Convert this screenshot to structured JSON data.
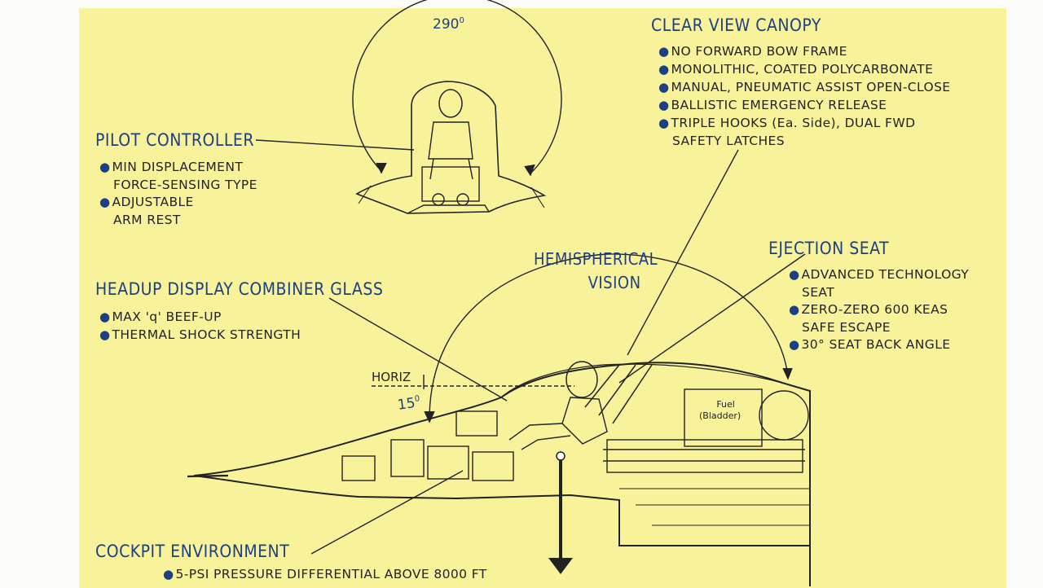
{
  "angle_top": {
    "value": "290",
    "unit": "0"
  },
  "pilot_controller": {
    "title": "PILOT CONTROLLER",
    "bullets": [
      [
        "MIN DISPLACEMENT",
        "FORCE-SENSING TYPE"
      ],
      [
        "ADJUSTABLE",
        "ARM REST"
      ]
    ]
  },
  "canopy": {
    "title": "CLEAR VIEW CANOPY",
    "bullets": [
      [
        "NO FORWARD BOW FRAME"
      ],
      [
        "MONOLITHIC, COATED POLYCARBONATE"
      ],
      [
        "MANUAL, PNEUMATIC ASSIST OPEN-CLOSE"
      ],
      [
        "BALLISTIC EMERGENCY RELEASE"
      ],
      [
        "TRIPLE HOOKS (Ea. Side), DUAL FWD",
        "SAFETY LATCHES"
      ]
    ]
  },
  "hemispherical": {
    "line1": "HEMISPHERICAL",
    "line2": "VISION"
  },
  "ejection_seat": {
    "title": "EJECTION SEAT",
    "bullets": [
      [
        "ADVANCED TECHNOLOGY",
        "SEAT"
      ],
      [
        "ZERO-ZERO 600 KEAS",
        "SAFE ESCAPE"
      ],
      [
        "30° SEAT BACK ANGLE"
      ]
    ]
  },
  "hud": {
    "title": "HEADUP DISPLAY COMBINER GLASS",
    "bullets": [
      [
        "MAX 'q' BEEF-UP"
      ],
      [
        "THERMAL SHOCK STRENGTH"
      ]
    ]
  },
  "horiz_label": "HORIZ",
  "angle_down": {
    "value": "15",
    "unit": "0"
  },
  "fuel_label": {
    "line1": "Fuel",
    "line2": "(Bladder)"
  },
  "cockpit_env": {
    "title": "COCKPIT ENVIRONMENT",
    "bullets": [
      [
        "5-PSI PRESSURE DIFFERENTIAL ABOVE 8000 FT"
      ]
    ]
  },
  "colors": {
    "sheet": "#f8f39b",
    "heading": "#1d3f86",
    "ink": "#222222"
  },
  "icons": [
    "bullet-dot-icon",
    "arrow-down-icon",
    "pilot-figure-icon"
  ]
}
